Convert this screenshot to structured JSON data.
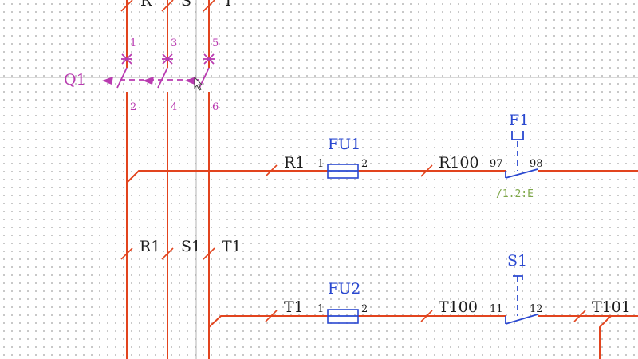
{
  "breaker": {
    "tag": "Q1",
    "in_pins": [
      "1",
      "3",
      "5"
    ],
    "out_pins": [
      "2",
      "4",
      "6"
    ],
    "phases_top": [
      "R",
      "S",
      "T"
    ]
  },
  "branch_labels": {
    "r1": "R1",
    "s1": "S1",
    "t1": "T1"
  },
  "fuse1": {
    "tag": "FU1",
    "pin_in": "1",
    "pin_out": "2",
    "wire_in": "R1",
    "wire_out": "R100"
  },
  "overload": {
    "tag": "F1",
    "pin_in": "97",
    "pin_out": "98",
    "cross_ref": "/1.2:E"
  },
  "fuse2": {
    "tag": "FU2",
    "pin_in": "1",
    "pin_out": "2",
    "wire_in": "T1",
    "wire_out": "T100"
  },
  "switch": {
    "tag": "S1",
    "pin_in": "11",
    "pin_out": "12",
    "wire_out": "T101"
  },
  "colors": {
    "wire": "#e2441e",
    "breaker": "#b93ab0",
    "device": "#2a48d0",
    "cross_ref": "#7fa84a",
    "grid_dot": "#b9b9b9"
  }
}
